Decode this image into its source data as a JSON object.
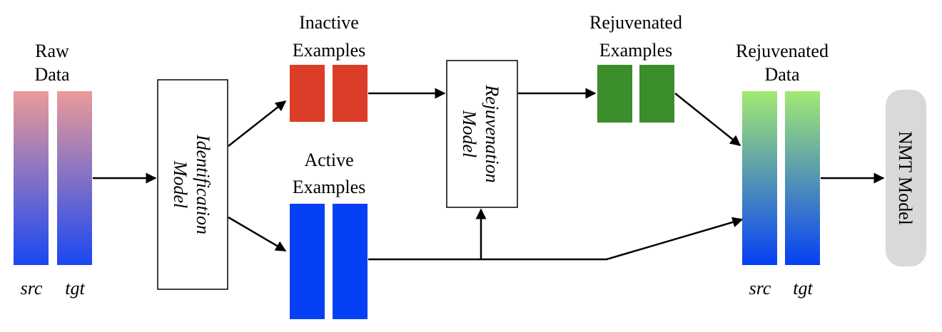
{
  "raw_data": {
    "title_line1": "Raw",
    "title_line2": "Data",
    "src_label": "src",
    "tgt_label": "tgt"
  },
  "identification_model": {
    "line1": "Identification",
    "line2": "Model"
  },
  "inactive_examples": {
    "line1": "Inactive",
    "line2": "Examples",
    "color": "#dc3d28"
  },
  "active_examples": {
    "line1": "Active",
    "line2": "Examples",
    "color": "#0540f5"
  },
  "rejuvenation_model": {
    "line1": "Rejuvenation",
    "line2": "Model"
  },
  "rejuvenated_examples": {
    "line1": "Rejuvenated",
    "line2": "Examples",
    "color": "#3b8e2a"
  },
  "rejuvenated_data": {
    "line1": "Rejuvenated",
    "line2": "Data",
    "src_label": "src",
    "tgt_label": "tgt"
  },
  "nmt_model": {
    "label": "NMT Model"
  },
  "colors": {
    "raw_top": "#eb9b98",
    "raw_bottom": "#1947f2",
    "rej_top": "#a3ea72",
    "rej_bottom": "#0540f5",
    "nmt_fill": "#d9d9d9"
  }
}
